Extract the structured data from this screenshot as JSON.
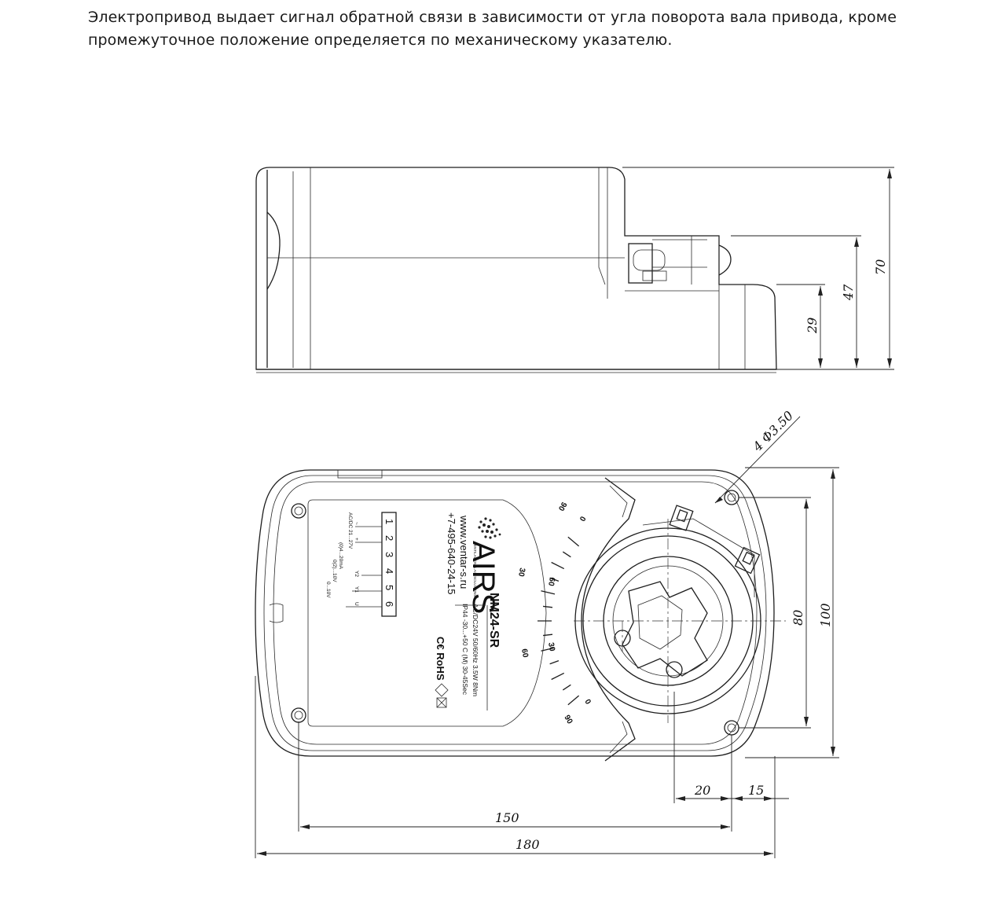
{
  "intro": {
    "line1": "Электропривод выдает сигнал обратной связи в зависимости от угла поворота вала привода, кроме",
    "line2": "промежуточное положение определяется по механическому указателю."
  },
  "side_view": {
    "dims": {
      "h_total": "70",
      "h_mid": "47",
      "h_low": "29"
    }
  },
  "top_view": {
    "hole_callout": "4 Ф3.50",
    "dims": {
      "height_outer": "100",
      "height_inner": "80",
      "w_20": "20",
      "w_15": "15",
      "w_150": "150",
      "w_180": "180"
    },
    "label": {
      "brand": "AIRS",
      "brand_tagline": "VENTILATION & AIR SOLUTIONS",
      "model": "NM24-SR",
      "site": "www.ventar-s.ru",
      "phone": "+7-495-640-24-15",
      "spec_row1": "AC/DC24V   50/60Hz   3.5W   8Nm",
      "spec_row2": "IP44   -30...+50 C   (M)   30-45Sec",
      "marks": "C€ RoHS",
      "terminals": [
        "1",
        "2",
        "3",
        "4",
        "5",
        "6"
      ],
      "wiring_labels": [
        "AC/DC 21...27V",
        "(0)4...20mA",
        "0(2)...10V",
        "0...10V"
      ],
      "wiring_pins": [
        "~",
        "+",
        "Y2",
        "Y1",
        "U"
      ]
    },
    "scale": {
      "major": [
        "0",
        "30",
        "60",
        "90",
        "60",
        "30",
        "0"
      ],
      "outer_labels": [
        "90",
        "30",
        "60"
      ]
    }
  }
}
